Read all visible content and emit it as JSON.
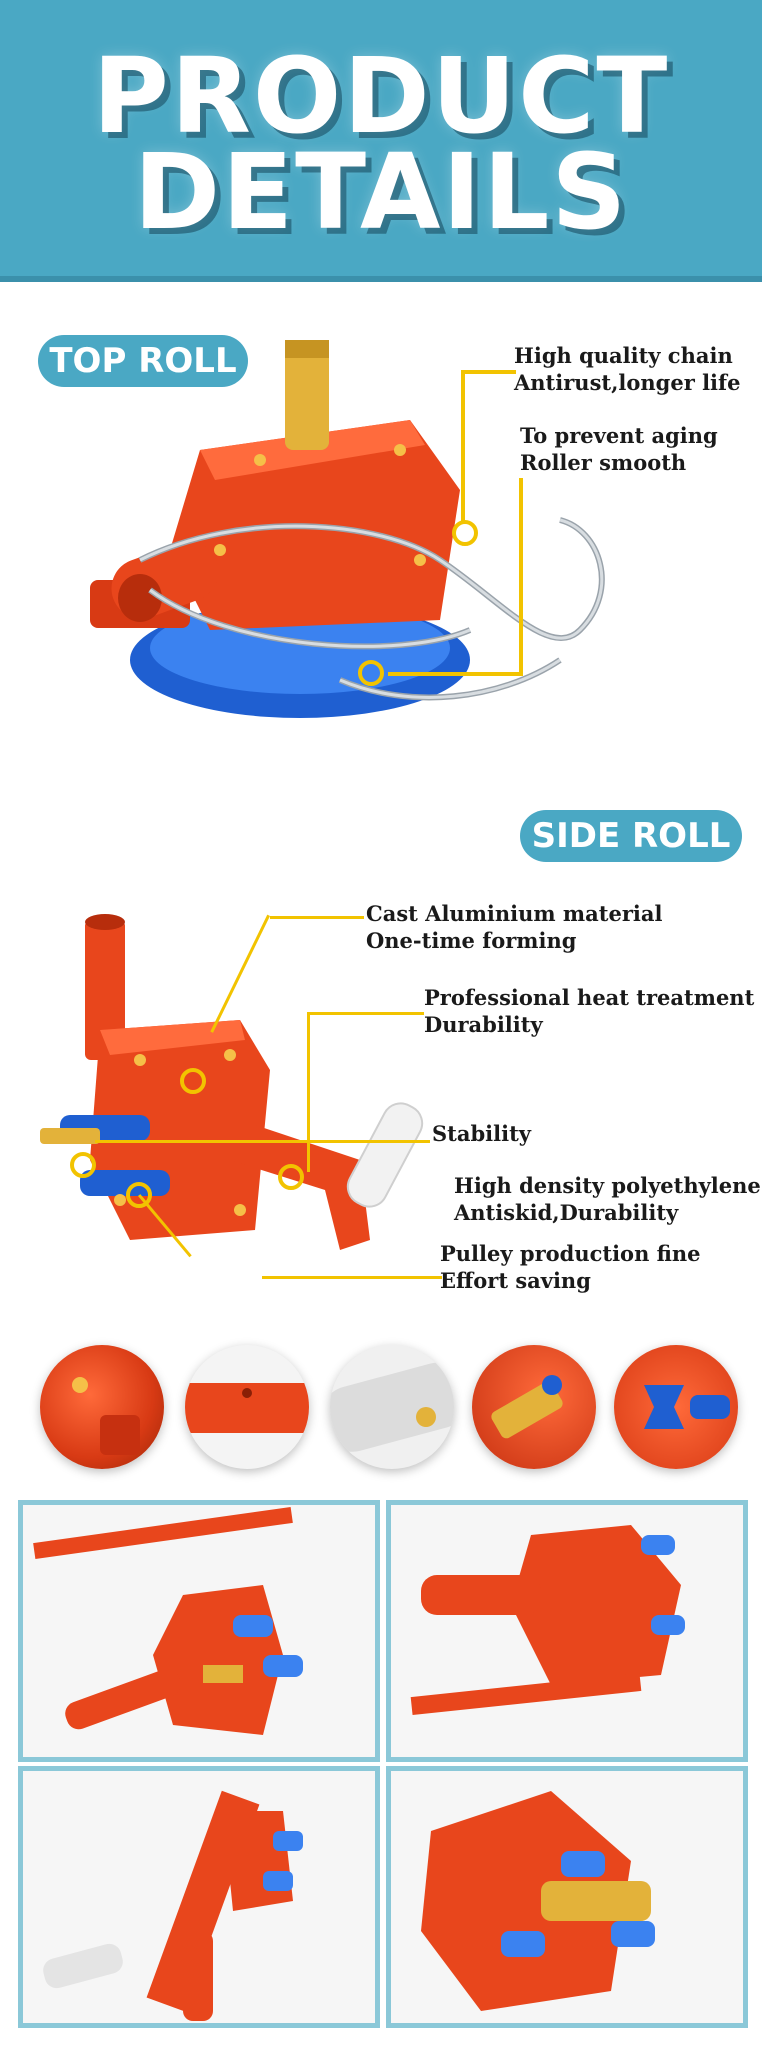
{
  "header": {
    "line1": "PRODUCT",
    "line2": "DETAILS"
  },
  "top_roll": {
    "label": "TOP ROLL",
    "callouts": [
      {
        "line1": "High quality chain",
        "line2": "Antirust,longer life"
      },
      {
        "line1": "To prevent aging",
        "line2": "Roller  smooth"
      }
    ]
  },
  "side_roll": {
    "label": "SIDE ROLL",
    "callouts": [
      {
        "line1": "Cast Aluminium material",
        "line2": "One-time forming"
      },
      {
        "line1": "Professional heat treatment",
        "line2": "Durability"
      },
      {
        "line1": "Stability",
        "line2": ""
      },
      {
        "line1": "High density polyethylene",
        "line2": "Antiskid,Durability"
      },
      {
        "line1": "Pulley production fine",
        "line2": "Effort saving"
      }
    ]
  },
  "colors": {
    "accent": "#4aa8c4",
    "product_orange": "#e8461c",
    "callout_yellow": "#f2c300",
    "roller_blue": "#1f5fd1"
  }
}
